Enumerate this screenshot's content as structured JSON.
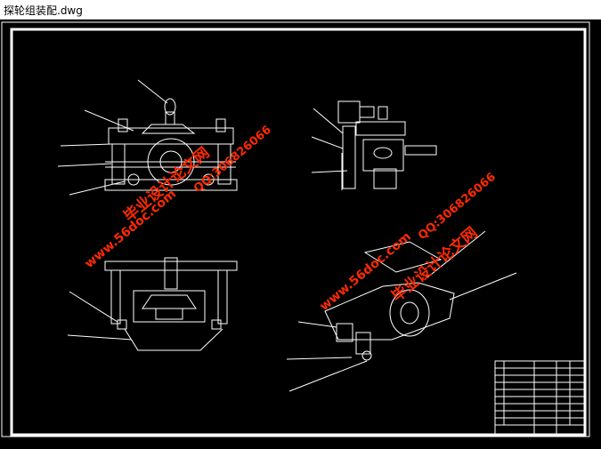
{
  "window": {
    "title": "探轮组装配.dwg"
  },
  "colors": {
    "background": "#000000",
    "lines": "#ffffff",
    "watermark": "#ff2a00",
    "titlebar": "#ffffff"
  },
  "watermarks": [
    {
      "id": "wm1",
      "text": "毕业设计论文网"
    },
    {
      "id": "wm2",
      "text": "www.56doc.com"
    },
    {
      "id": "wm3",
      "text": "QQ:306826066"
    },
    {
      "id": "wm4",
      "text": "毕业设计论文网"
    },
    {
      "id": "wm5",
      "text": "www.56doc.com"
    },
    {
      "id": "wm6",
      "text": "QQ:306826066"
    }
  ]
}
